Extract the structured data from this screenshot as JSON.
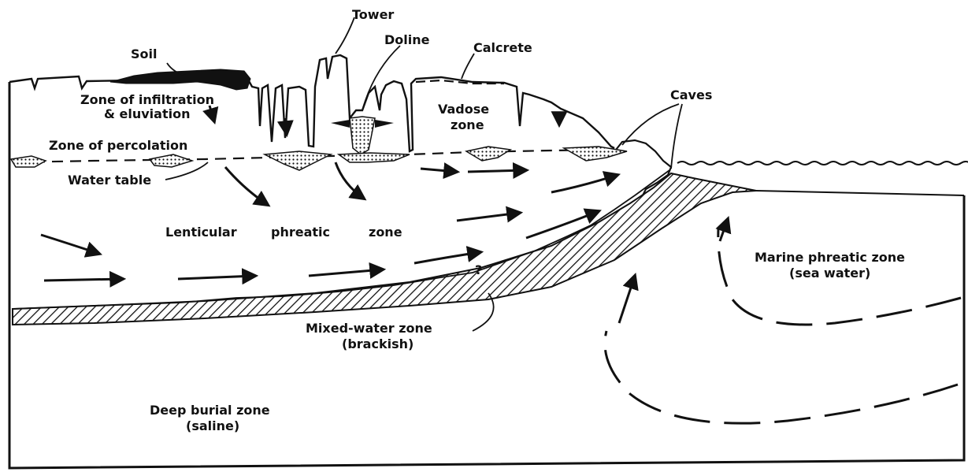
{
  "colors": {
    "ink": "#111111",
    "background": "#ffffff"
  },
  "labels": {
    "tower": "Tower",
    "soil": "Soil",
    "doline": "Doline",
    "calcrete": "Calcrete",
    "caves": "Caves",
    "infiltration_line1": "Zone of infiltration",
    "infiltration_line2": "& eluviation",
    "vadose_line1": "Vadose",
    "vadose_line2": "zone",
    "percolation": "Zone of percolation",
    "water_table": "Water table",
    "lenticular_word1": "Lenticular",
    "lenticular_word2": "phreatic",
    "lenticular_word3": "zone",
    "question_mark": "?",
    "marine_line1": "Marine phreatic zone",
    "marine_line2": "(sea water)",
    "mixed_line1": "Mixed-water zone",
    "mixed_line2": "(brackish)",
    "deep_line1": "Deep burial zone",
    "deep_line2": "(saline)"
  }
}
